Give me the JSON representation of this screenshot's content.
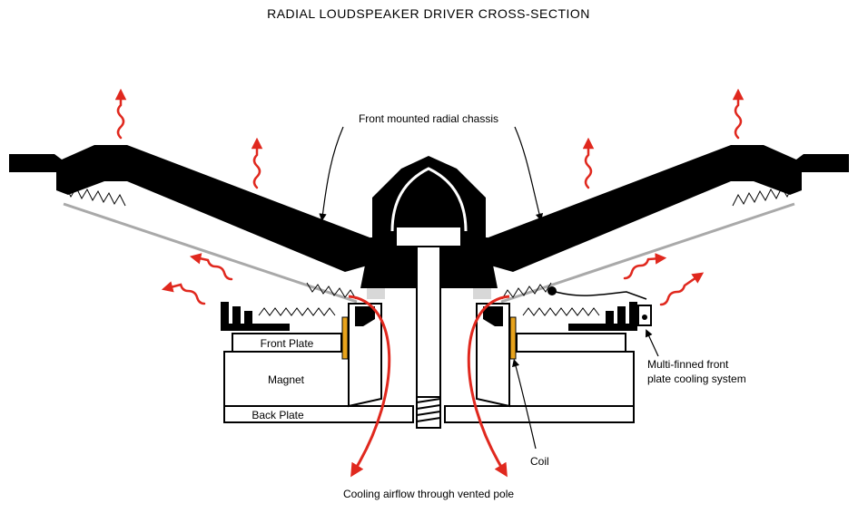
{
  "title": "RADIAL LOUDSPEAKER DRIVER CROSS-SECTION",
  "labels": {
    "chassis": "Front mounted radial chassis",
    "front_plate": "Front Plate",
    "magnet": "Magnet",
    "back_plate": "Back Plate",
    "cooling_line1": "Multi-finned front",
    "cooling_line2": "plate cooling system",
    "coil": "Coil",
    "airflow": "Cooling airflow through vented pole"
  },
  "colors": {
    "ink": "#000000",
    "heat_arrow": "#e0281e",
    "coil": "#e8a31c",
    "surround": "#a9a9a9",
    "pole_vent": "#d8d8d8"
  }
}
